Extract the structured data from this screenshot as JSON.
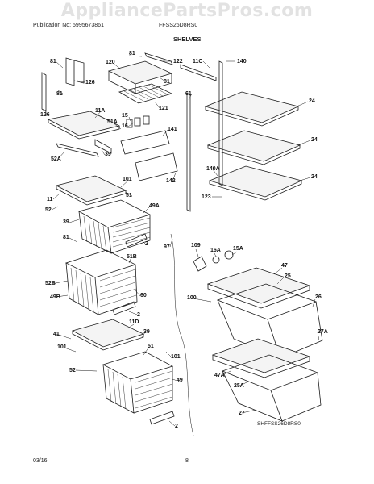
{
  "watermark": "AppliancePartsPros.com",
  "header": {
    "publication": "Publication No: 5995673861",
    "model": "FFSS26D8RS0",
    "section_title": "SHELVES"
  },
  "footer": {
    "date": "03/16",
    "page": "8",
    "sheet_code": "SHFFSS26D8RS0"
  },
  "callouts": {
    "c1": "81",
    "c2": "120",
    "c3": "122",
    "c4": "11C",
    "c5": "140",
    "c6": "81",
    "c7": "126",
    "c8": "81",
    "c9": "81",
    "c10": "121",
    "c11": "126",
    "c12": "11A",
    "c13": "15",
    "c14": "16",
    "c15": "61",
    "c16": "24",
    "c17": "51A",
    "c18": "141",
    "c19": "24",
    "c20": "52A",
    "c21": "39",
    "c22": "101",
    "c23": "142",
    "c24": "140A",
    "c25": "24",
    "c26": "51",
    "c27": "123",
    "c28": "11",
    "c29": "52",
    "c30": "49A",
    "c31": "39",
    "c32": "81",
    "c33": "2",
    "c34": "97",
    "c35": "109",
    "c36": "16A",
    "c37": "15A",
    "c38": "51B",
    "c39": "47",
    "c40": "52B",
    "c41": "25",
    "c42": "60",
    "c43": "49B",
    "c44": "100",
    "c45": "26",
    "c46": "2",
    "c47": "41",
    "c48": "11D",
    "c49": "39",
    "c50": "27A",
    "c51": "101",
    "c52": "51",
    "c53": "101",
    "c54": "52",
    "c55": "47A",
    "c56": "49",
    "c57": "25A",
    "c58": "27",
    "c59": "2"
  }
}
